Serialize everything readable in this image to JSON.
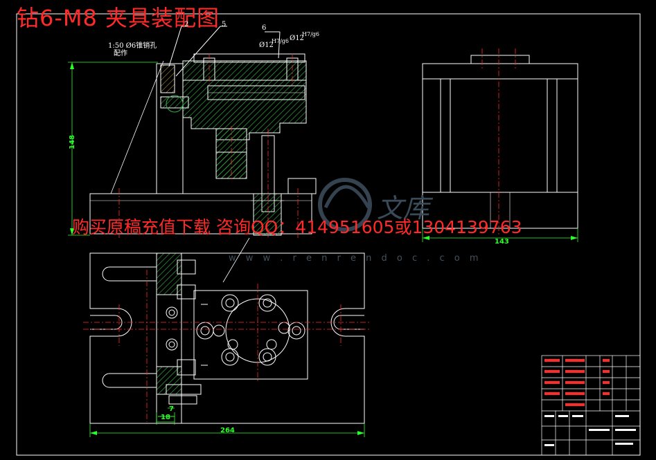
{
  "title": "钻6-M8 夹具装配图",
  "watermark_text": "购买原稿充值下载 咨询QQ：414951605或1304139763",
  "site_watermark": "w w w . r e n r e n d o c . c o m",
  "site_logo_chars": "文库",
  "callouts": {
    "part_2": "2",
    "part_5": "5",
    "part_6": "6",
    "taper_note": "1:50 Ø6锥销孔",
    "assembly_note": "配作",
    "fit_left_dia": "Ø12",
    "fit_left_fraction": "H7/g6",
    "fit_right_dia": "Ø12",
    "fit_right_fraction": "H7/g6"
  },
  "dimensions": {
    "front_height": "148",
    "side_width": "143",
    "plan_width": "264",
    "plan_small_1": "18",
    "plan_small_2": "7"
  },
  "colors": {
    "outline": "#ffffff",
    "centerline": "#ff2a2a",
    "dimension": "#2cff2c",
    "section_hatch": "#37b04a",
    "background": "#000000"
  }
}
